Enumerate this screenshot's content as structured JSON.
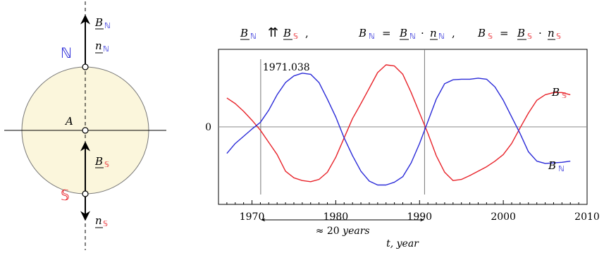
{
  "left_diagram": {
    "label_north": "ℕ",
    "label_south": "𝕊",
    "label_center": "A",
    "label_B": "B",
    "label_n": "n",
    "sub_north": "ℕ",
    "sub_south": "𝕊",
    "colors": {
      "north": "#2a2ad8",
      "south": "#e8232a",
      "disk_fill": "#fbf6dc",
      "disk_stroke": "#777777"
    }
  },
  "formula": {
    "B": "B",
    "n": "n",
    "sub_N": "ℕ",
    "sub_S": "𝕊",
    "parallel": "⇈",
    "comma": ",",
    "eq": "=",
    "dot": "·"
  },
  "chart_data": {
    "type": "line",
    "xlabel": "t, year",
    "xlim": [
      1966,
      2010
    ],
    "ylim": [
      -1.4,
      1.4
    ],
    "xticks": [
      1970,
      1980,
      1990,
      2000,
      2010
    ],
    "yticks": [
      {
        "value": 0,
        "label": "0"
      }
    ],
    "zero_line": true,
    "series": [
      {
        "name": "B𝕊",
        "label_main": "B",
        "label_sub": "𝕊",
        "color": "#e8232a",
        "x": [
          1967,
          1968,
          1969,
          1970,
          1971,
          1972,
          1973,
          1974,
          1975,
          1976,
          1977,
          1978,
          1979,
          1980,
          1981,
          1982,
          1983,
          1984,
          1985,
          1986,
          1987,
          1988,
          1989,
          1990,
          1991,
          1992,
          1993,
          1994,
          1995,
          1996,
          1997,
          1998,
          1999,
          2000,
          2001,
          2002,
          2003,
          2004,
          2005,
          2006,
          2007,
          2008
        ],
        "y": [
          0.52,
          0.42,
          0.28,
          0.12,
          -0.06,
          -0.28,
          -0.5,
          -0.8,
          -0.92,
          -0.97,
          -0.99,
          -0.95,
          -0.82,
          -0.55,
          -0.2,
          0.15,
          0.42,
          0.7,
          0.98,
          1.12,
          1.1,
          0.95,
          0.62,
          0.25,
          -0.12,
          -0.52,
          -0.82,
          -0.97,
          -0.95,
          -0.88,
          -0.8,
          -0.72,
          -0.62,
          -0.5,
          -0.3,
          -0.02,
          0.25,
          0.48,
          0.58,
          0.62,
          0.62,
          0.58
        ]
      },
      {
        "name": "Bℕ",
        "label_main": "B",
        "label_sub": "ℕ",
        "color": "#2a2ad8",
        "x": [
          1967,
          1968,
          1969,
          1970,
          1971,
          1972,
          1973,
          1974,
          1975,
          1976,
          1977,
          1978,
          1979,
          1980,
          1981,
          1982,
          1983,
          1984,
          1985,
          1986,
          1987,
          1988,
          1989,
          1990,
          1991,
          1992,
          1993,
          1994,
          1995,
          1996,
          1997,
          1998,
          1999,
          2000,
          2001,
          2002,
          2003,
          2004,
          2005,
          2006,
          2007,
          2008
        ],
        "y": [
          -0.48,
          -0.3,
          -0.17,
          -0.04,
          0.08,
          0.3,
          0.58,
          0.8,
          0.92,
          0.97,
          0.95,
          0.8,
          0.5,
          0.18,
          -0.2,
          -0.52,
          -0.8,
          -0.98,
          -1.05,
          -1.05,
          -1.0,
          -0.9,
          -0.65,
          -0.3,
          0.1,
          0.5,
          0.78,
          0.85,
          0.86,
          0.86,
          0.88,
          0.86,
          0.72,
          0.48,
          0.18,
          -0.12,
          -0.45,
          -0.62,
          -0.66,
          -0.65,
          -0.64,
          -0.62
        ]
      }
    ],
    "annotations": {
      "vline1": {
        "x": 1971.038,
        "label": "1971.038"
      },
      "vline2": {
        "x": 1990.6
      },
      "arrow": {
        "x1": 1971.038,
        "x2": 1990.6,
        "y": -1.68,
        "label_approx": "≈",
        "label_num": "20",
        "label_unit": "years"
      }
    }
  }
}
